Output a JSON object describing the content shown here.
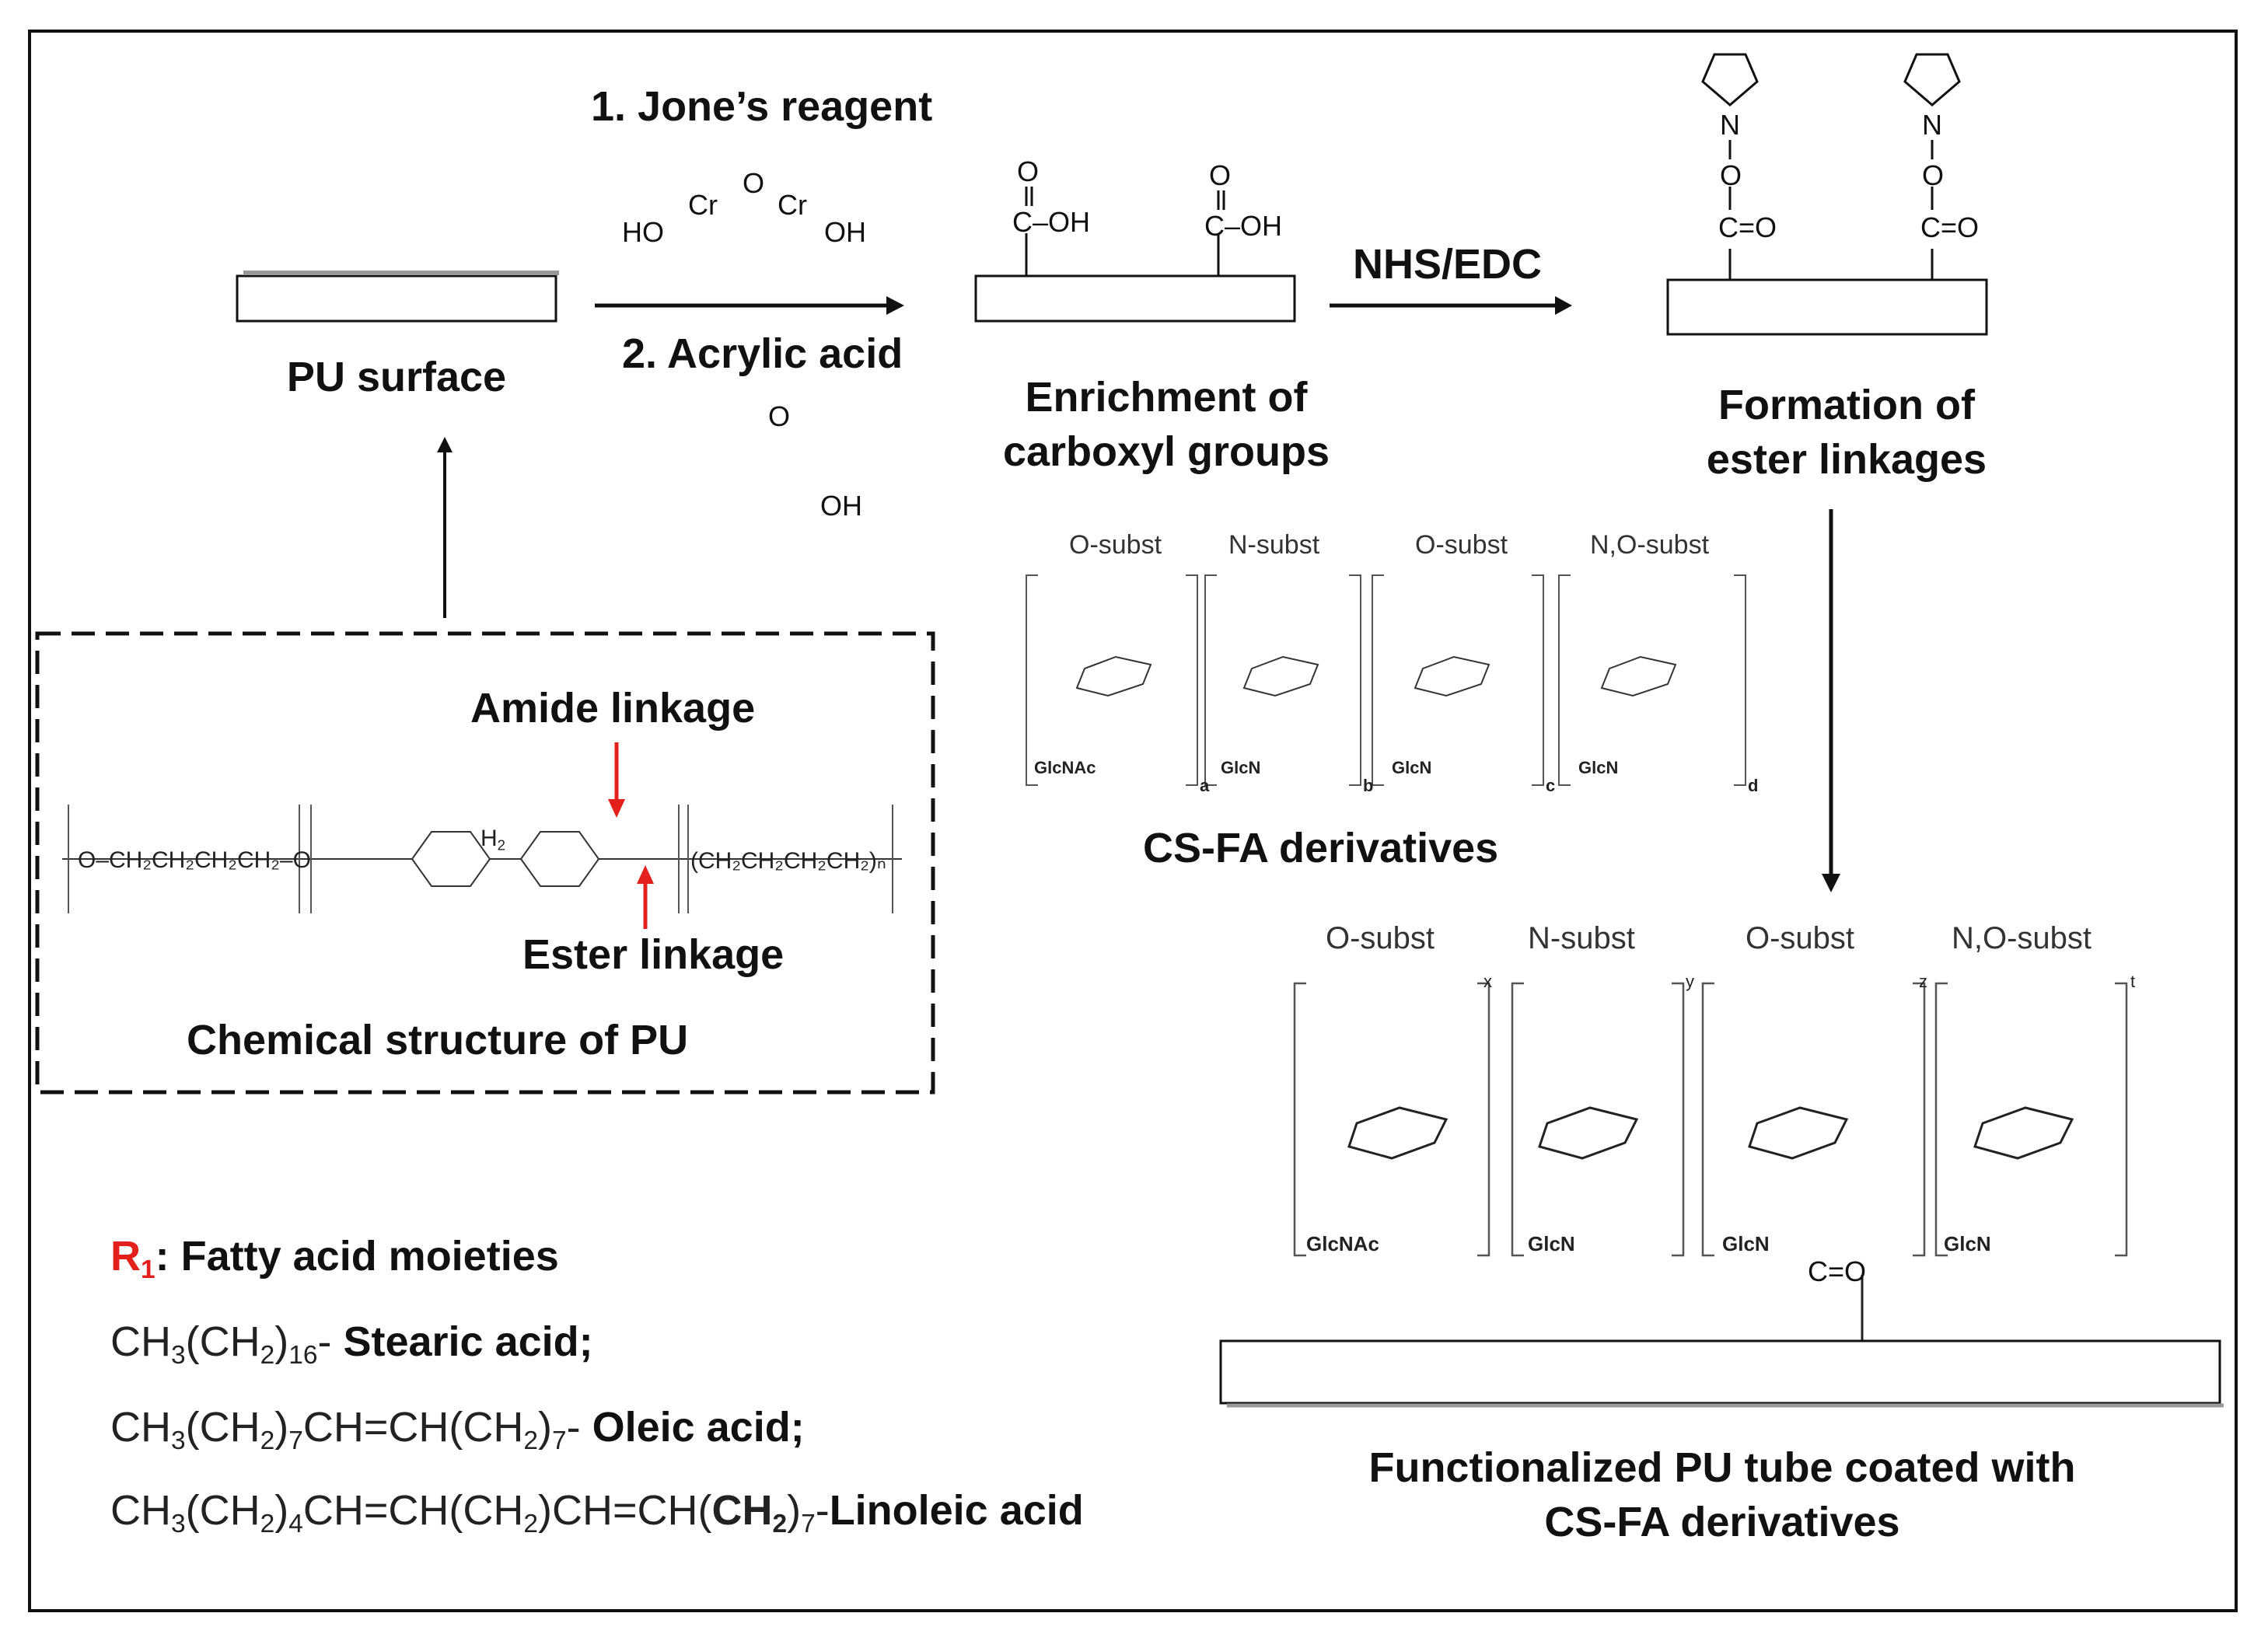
{
  "steps": {
    "pu_surface": "PU surface",
    "reagent1": "1. Jone’s reagent",
    "reagent2": "2. Acrylic acid",
    "enrichment": [
      "Enrichment of",
      "carboxyl groups"
    ],
    "nhs_edc": "NHS/EDC",
    "formation": [
      "Formation of",
      "ester linkages"
    ],
    "cs_fa": "CS-FA derivatives",
    "final": [
      "Functionalized PU tube coated with",
      "CS-FA derivatives"
    ]
  },
  "pu_structure": {
    "amide": "Amide linkage",
    "ester": "Ester linkage",
    "caption": "Chemical structure of PU",
    "chain": "O–CH₂CH₂CH₂CH₂–O",
    "repeat": "(CH₂CH₂CH₂CH₂)ₙ"
  },
  "substitution_headers": [
    "O-subst",
    "N-subst",
    "O-subst",
    "N,O-subst"
  ],
  "units_small": [
    "GlcNAc",
    "GlcN",
    "GlcN",
    "GlcN"
  ],
  "subscripts_small": [
    "a",
    "b",
    "c",
    "d"
  ],
  "units_large": [
    "GlcNAc",
    "GlcN",
    "GlcN",
    "GlcN"
  ],
  "subscripts_large": [
    "x",
    "y",
    "z",
    "t"
  ],
  "fatty_acids": {
    "heading_r": "R",
    "heading_rest": ": Fatty acid moieties",
    "stearic": "Stearic acid;",
    "oleic": "Oleic acid;",
    "linoleic": "Linoleic acid"
  },
  "atoms": {
    "cooh": "C–OH",
    "o": "O",
    "oh": "OH",
    "ho": "HO",
    "cr": "Cr",
    "n": "N",
    "co": "C=O"
  },
  "colors": {
    "accent": "#e3201b",
    "line": "#111111"
  }
}
